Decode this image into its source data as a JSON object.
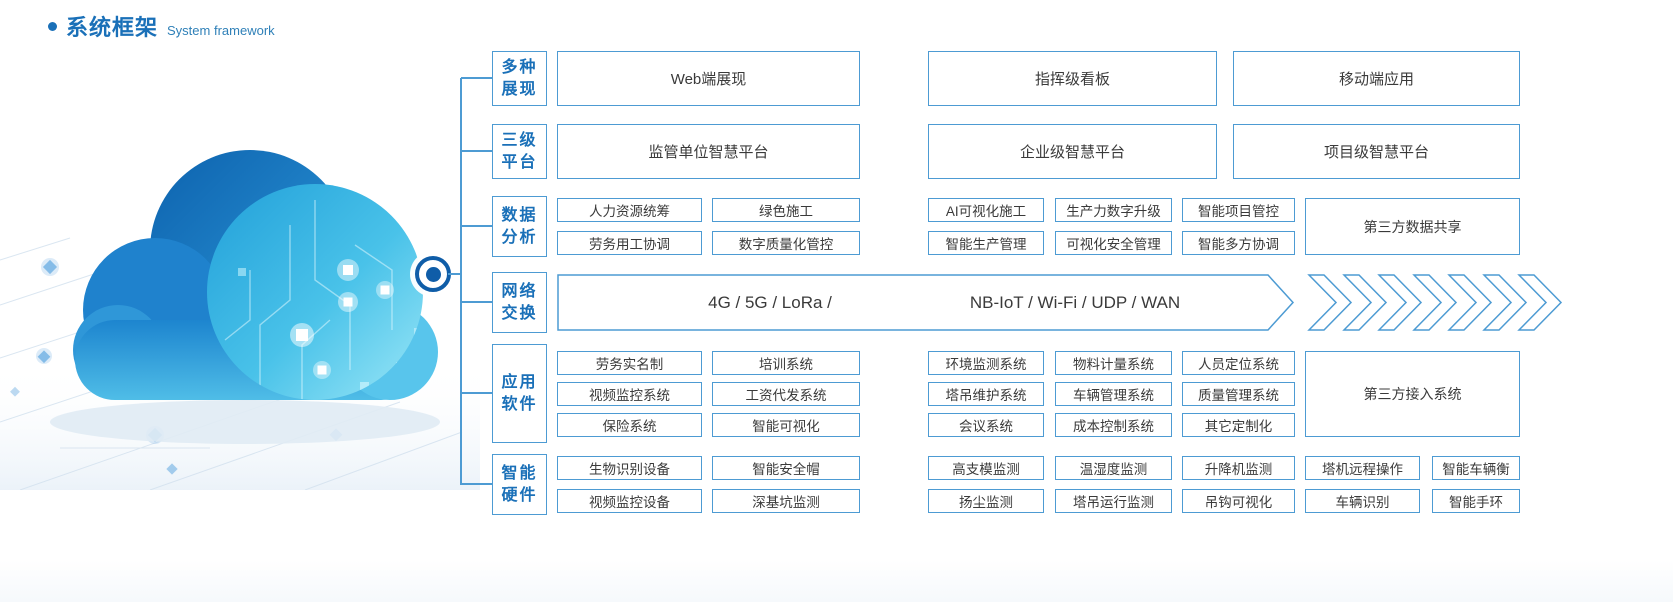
{
  "title": {
    "cn": "系统框架",
    "en": "System framework"
  },
  "colors": {
    "accent": "#1a70b8",
    "box_border": "#4d9bd3",
    "box_text": "#3a3a3a",
    "node": "#0f5da8"
  },
  "categories": [
    {
      "l1": "多种",
      "l2": "展现"
    },
    {
      "l1": "三级",
      "l2": "平台"
    },
    {
      "l1": "数据",
      "l2": "分析"
    },
    {
      "l1": "网络",
      "l2": "交换"
    },
    {
      "l1": "应用",
      "l2": "软件"
    },
    {
      "l1": "智能",
      "l2": "硬件"
    }
  ],
  "row1": {
    "boxes": [
      "Web端展现",
      "指挥级看板",
      "移动端应用"
    ]
  },
  "row2": {
    "boxes": [
      "监管单位智慧平台",
      "企业级智慧平台",
      "项目级智慧平台"
    ]
  },
  "row3": {
    "r1": [
      "人力资源统筹",
      "绿色施工",
      "AI可视化施工",
      "生产力数字升级",
      "智能项目管控"
    ],
    "r2": [
      "劳务用工协调",
      "数字质量化管控",
      "智能生产管理",
      "可视化安全管理",
      "智能多方协调"
    ],
    "tall": "第三方数据共享"
  },
  "row4": {
    "left": "4G / 5G / LoRa /",
    "right": "NB-IoT / Wi-Fi / UDP / WAN",
    "chevron_count": 7
  },
  "row5": {
    "r1": [
      "劳务实名制",
      "培训系统",
      "环境监测系统",
      "物料计量系统",
      "人员定位系统"
    ],
    "r2": [
      "视频监控系统",
      "工资代发系统",
      "塔吊维护系统",
      "车辆管理系统",
      "质量管理系统"
    ],
    "r3": [
      "保险系统",
      "智能可视化",
      "会议系统",
      "成本控制系统",
      "其它定制化"
    ],
    "tall": "第三方接入系统"
  },
  "row6": {
    "r1": [
      "生物识别设备",
      "智能安全帽",
      "高支模监测",
      "温湿度监测",
      "升降机监测",
      "塔机远程操作",
      "智能车辆衡"
    ],
    "r2": [
      "视频监控设备",
      "深基坑监测",
      "扬尘监测",
      "塔吊运行监测",
      "吊钩可视化",
      "车辆识别",
      "智能手环"
    ]
  }
}
